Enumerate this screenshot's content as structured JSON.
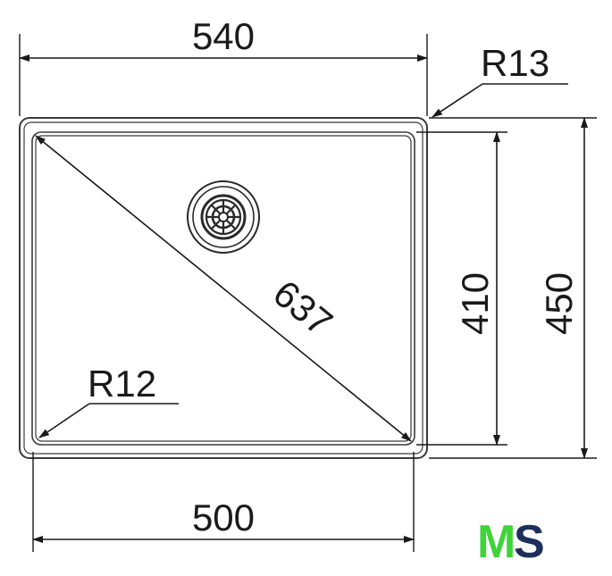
{
  "dimensions": {
    "outer_width": "540",
    "outer_corner_radius": "R13",
    "outer_height": "450",
    "inner_height": "410",
    "inner_diagonal": "637",
    "inner_corner_radius": "R12",
    "inner_width": "500"
  },
  "logo": {
    "letter_1": "M",
    "letter_2": "S",
    "color_1": "#3fd43a",
    "color_2": "#1f2f5c"
  },
  "colors": {
    "line": "#1a1a1a",
    "outline": "#3a3a3a"
  }
}
